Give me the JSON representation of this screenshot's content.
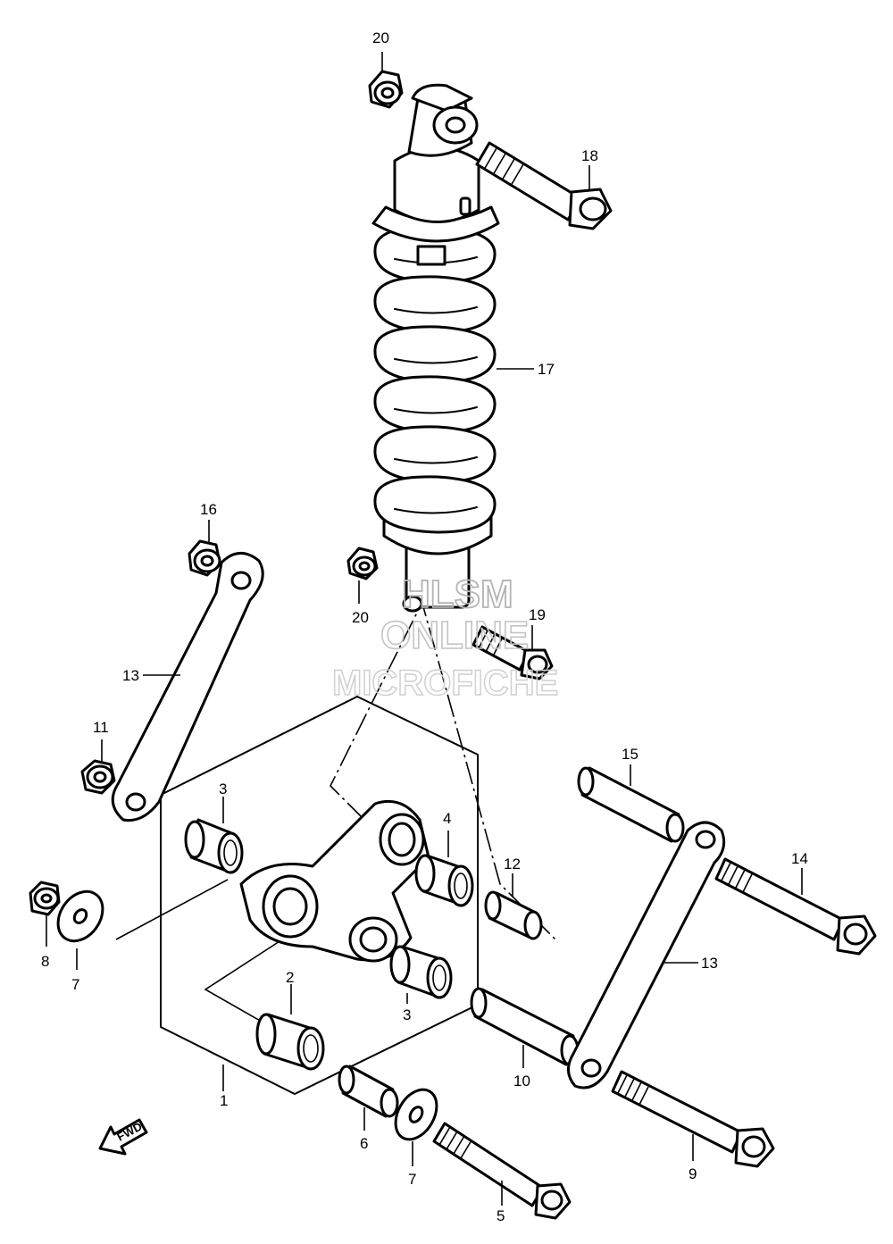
{
  "watermark": {
    "line1": "HLSM",
    "line2": "ONLINE",
    "line3": "MICROFICHE"
  },
  "fwd_arrow": {
    "label": "FWD"
  },
  "callouts": {
    "c1": "1",
    "c2": "2",
    "c3a": "3",
    "c3b": "3",
    "c4": "4",
    "c5": "5",
    "c6": "6",
    "c7a": "7",
    "c7b": "7",
    "c8": "8",
    "c9": "9",
    "c10": "10",
    "c11": "11",
    "c12": "12",
    "c13a": "13",
    "c13b": "13",
    "c14": "14",
    "c15": "15",
    "c16": "16",
    "c17": "17",
    "c18": "18",
    "c19": "19",
    "c20a": "20",
    "c20b": "20"
  }
}
